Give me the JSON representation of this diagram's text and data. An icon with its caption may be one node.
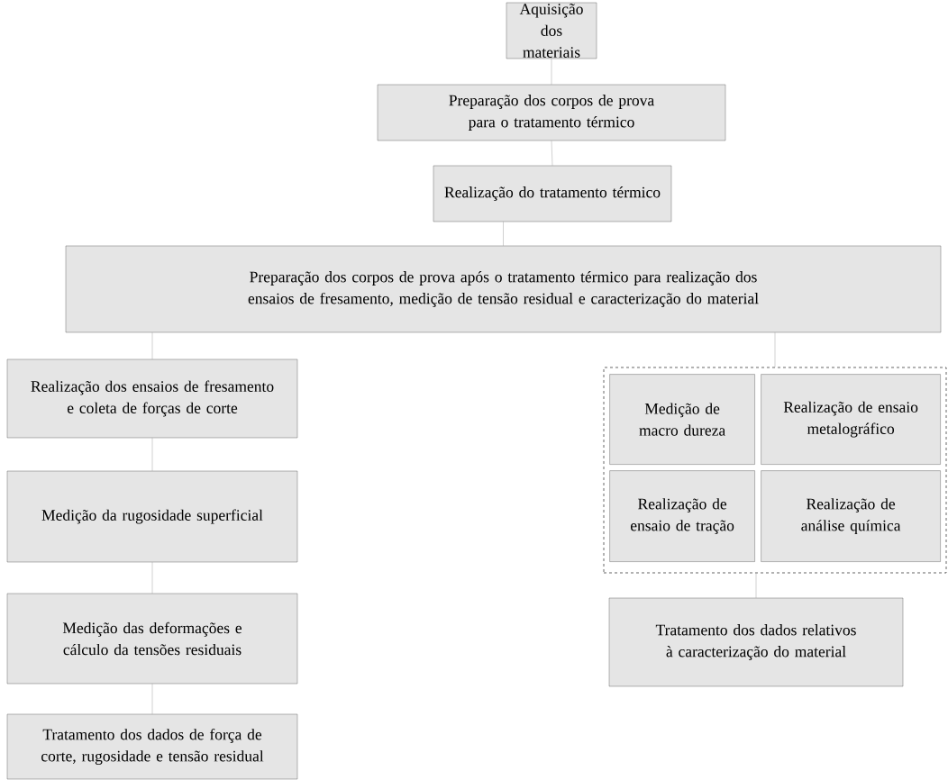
{
  "diagram": {
    "nodes": [
      {
        "text": [
          "Aquisição dos materiais"
        ]
      },
      {
        "text": [
          "Preparação dos corpos de prova para o tratamento térmico"
        ]
      },
      {
        "text": [
          "Realização do tratamento térmico"
        ]
      },
      {
        "text": [
          "Preparação dos corpos de prova após o tratamento térmico para realização dos ensaios de fresamento, medição de tensão residual e caracterização do material"
        ]
      },
      {
        "text": [
          "Realização dos ensaios de fresamento e coleta de forças de corte"
        ]
      },
      {
        "text": [],
        "shape": "box"
      },
      {
        "text": [
          "Medição de macro dureza"
        ],
        "in": 5
      },
      {
        "text": [
          "Realização de ensaio metalográfico"
        ],
        "in": 5
      },
      {
        "text": [
          "Realização de ensaio de tração"
        ],
        "in": 5
      },
      {
        "text": [
          "Realização de análise química"
        ],
        "in": 5
      },
      {
        "text": [
          "Medição da rugosidade superficial"
        ]
      },
      {
        "text": [
          "Medição das deformações e cálculo da tensões residuais"
        ]
      },
      {
        "text": [
          "Tratamento dos dados relativos à caracterização do material"
        ]
      },
      {
        "text": [
          "Tratamento dos dados de força de corte, rugosidade e tensão residual"
        ]
      }
    ],
    "edges": [
      {
        "from": 0,
        "to": 1,
        "arrow": "none"
      },
      {
        "from": 1,
        "to": 2,
        "arrow": "none"
      },
      {
        "from": 2,
        "to": 3,
        "arrow": "none"
      },
      {
        "from": 3,
        "to": 4,
        "arrow": "none"
      },
      {
        "from": 3,
        "to": 5,
        "arrow": "none"
      },
      {
        "from": 4,
        "to": 10,
        "arrow": "none"
      },
      {
        "from": 10,
        "to": 11,
        "arrow": "none"
      },
      {
        "from": 11,
        "to": 13,
        "arrow": "none"
      },
      {
        "from": 5,
        "to": 12,
        "arrow": "none"
      }
    ]
  }
}
